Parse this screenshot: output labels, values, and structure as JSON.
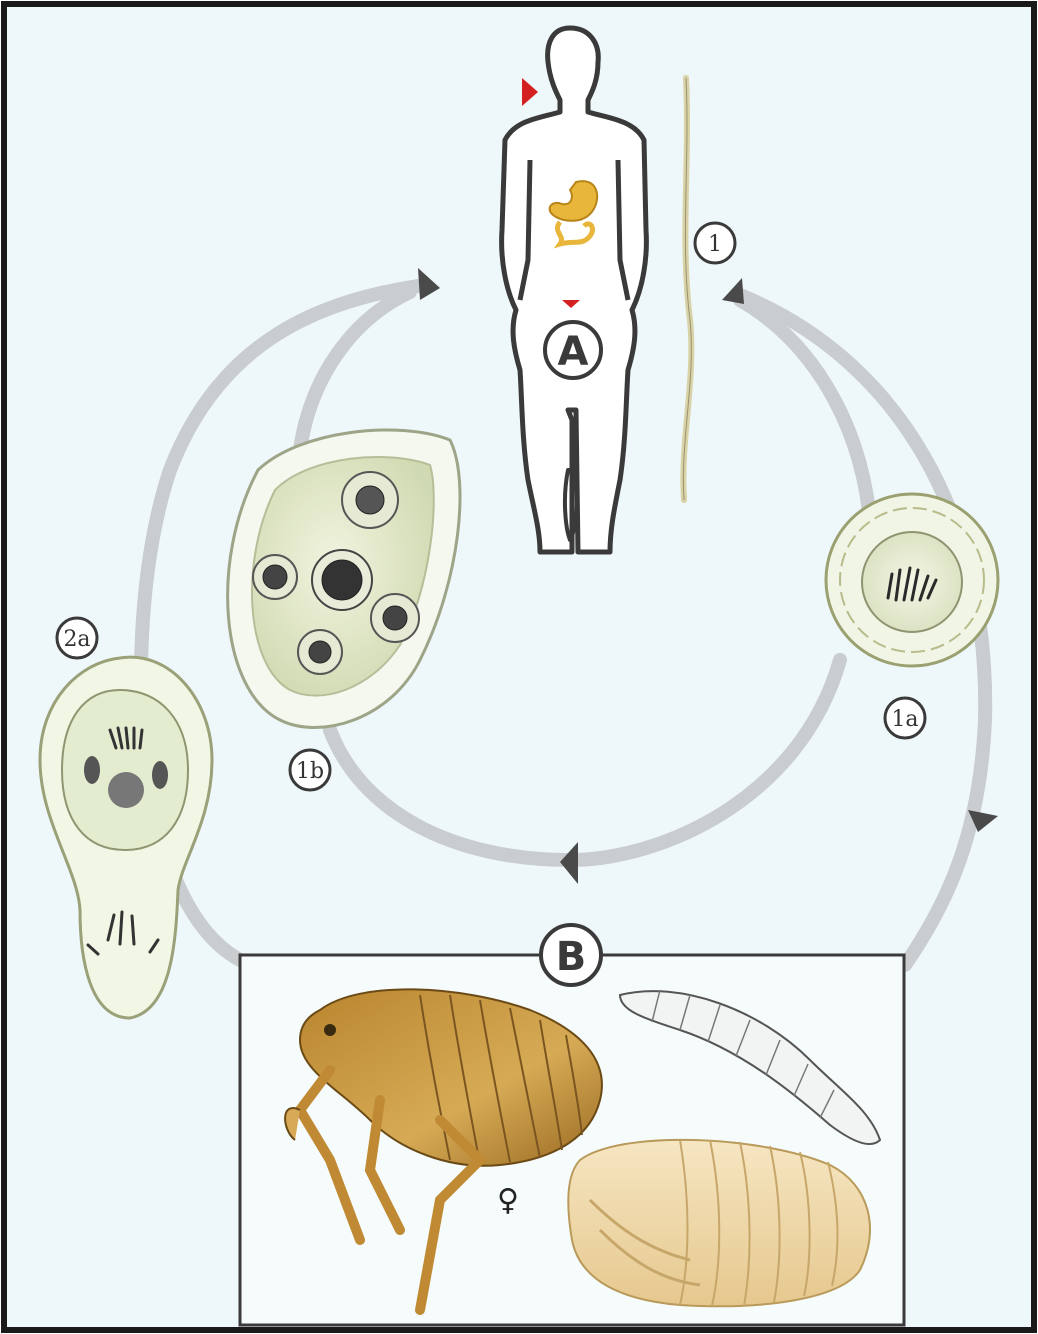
{
  "diagram": {
    "labels": {
      "host_a": "A",
      "host_b": "B",
      "stage_1": "1",
      "stage_1a": "1a",
      "stage_1b": "1b",
      "stage_2a": "2a",
      "female_symbol": "♀"
    },
    "colors": {
      "background": "#eef7f9",
      "frame": "#1a1a1a",
      "cycle_arrow": "#c8cccd",
      "arrow_head": "#4a4a4a",
      "marker_red": "#d42020",
      "organ": "#e8b63a",
      "flea_body": "#c99a3c",
      "pupa_body": "#f0dcae"
    }
  }
}
